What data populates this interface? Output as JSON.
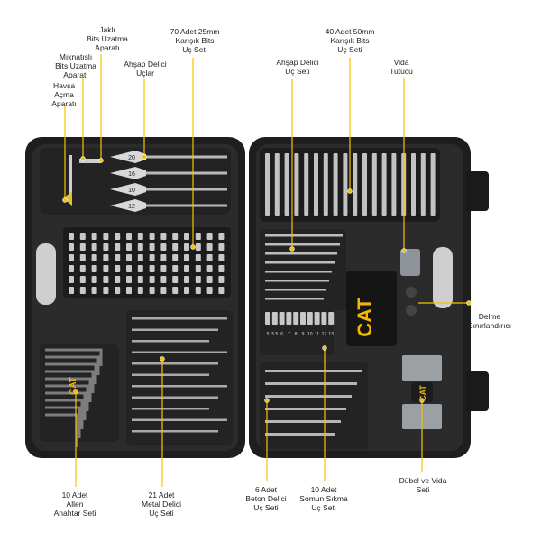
{
  "colors": {
    "case_body": "#1e1e1e",
    "case_inner": "#2b2b2b",
    "callout_line": "#f2c400",
    "callout_dot": "#f2c400",
    "brand_yellow": "#f2b705",
    "label_text": "#222222"
  },
  "brand": {
    "logo_text": "CAT"
  },
  "callouts": {
    "jakli": "Jaklı\nBits Uzatma\nAparatı",
    "miknatisli": "Mıknatıslı\nBits Uzatma\nAparatı",
    "havsa": "Havşa\nAçma\nAparatı",
    "ahsap_uclar": "Ahşap Delici\nUçlar",
    "bits70": "70 Adet 25mm\nKarışık Bits\nUç Seti",
    "ahsap_set": "Ahşap Delici\nUç Seti",
    "bits40": "40 Adet 50mm\nKarışık Bits\nUç Seti",
    "vida": "Vida\nTutucu",
    "delme": "Delme\nSınırlandırıcı",
    "allen": "10 Adet\nAllen\nAnahtar Seti",
    "metal": "21 Adet\nMetal Delici\nUç Seti",
    "beton": "6 Adet\nBeton Delici\nUç Seti",
    "somun": "10 Adet\nSomun Sıkma\nUç Seti",
    "dubel": "Dübel ve Vida\nSeti"
  },
  "spade_bit_sizes": [
    "20",
    "16",
    "10",
    "12"
  ],
  "socket_sizes": [
    "5",
    "5.5",
    "6",
    "7",
    "8",
    "9",
    "10",
    "11",
    "12",
    "13"
  ]
}
